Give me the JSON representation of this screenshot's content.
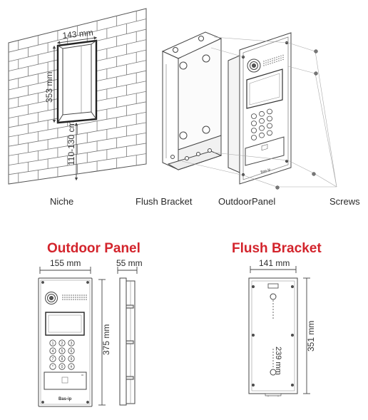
{
  "top": {
    "labels": {
      "niche": "Niche",
      "flush_bracket": "Flush Bracket",
      "outdoor_panel": "OutdoorPanel",
      "screws": "Screws"
    },
    "dimensions": {
      "niche_width": "143 mm",
      "niche_height": "353 mm",
      "niche_offset": "110-130 cm"
    }
  },
  "bottom": {
    "outdoor_panel": {
      "heading": "Outdoor Panel",
      "width": "155 mm",
      "depth": "55 mm",
      "height": "375 mm",
      "brand": "Bas-ip"
    },
    "flush_bracket": {
      "heading": "Flush Bracket",
      "width": "141 mm",
      "hole_spacing": "239 mm",
      "height": "351 mm"
    }
  },
  "colors": {
    "accent": "#d3242c",
    "line": "#444444",
    "light_line": "#9a9a9a"
  },
  "icons": {
    "keypad": [
      "1",
      "2",
      "3",
      "4",
      "5",
      "6",
      "7",
      "8",
      "9",
      "*",
      "0",
      "#"
    ]
  }
}
